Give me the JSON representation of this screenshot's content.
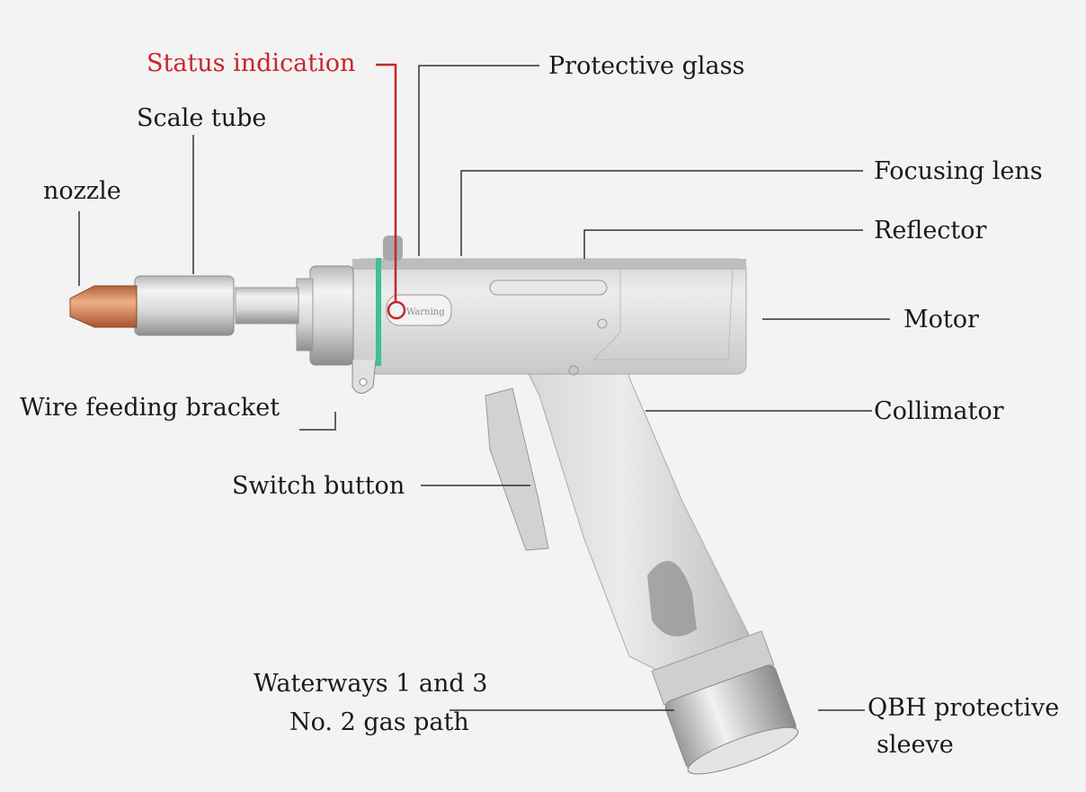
{
  "labels": {
    "status_indication": "Status indication",
    "protective_glass": "Protective glass",
    "scale_tube": "Scale tube",
    "nozzle": "nozzle",
    "focusing_lens": "Focusing lens",
    "reflector": "Reflector",
    "motor": "Motor",
    "collimator": "Collimator",
    "wire_feeding_bracket": "Wire feeding bracket",
    "switch_button": "Switch button",
    "waterways": "Waterways 1 and 3",
    "gas_path": "No. 2 gas path",
    "qbh_line1": "QBH protective",
    "qbh_line2": "sleeve"
  },
  "gun_marking": "Warning",
  "colors": {
    "highlight": "#c8262a",
    "ring": "#3fbf95",
    "copper": "#d9865a"
  }
}
